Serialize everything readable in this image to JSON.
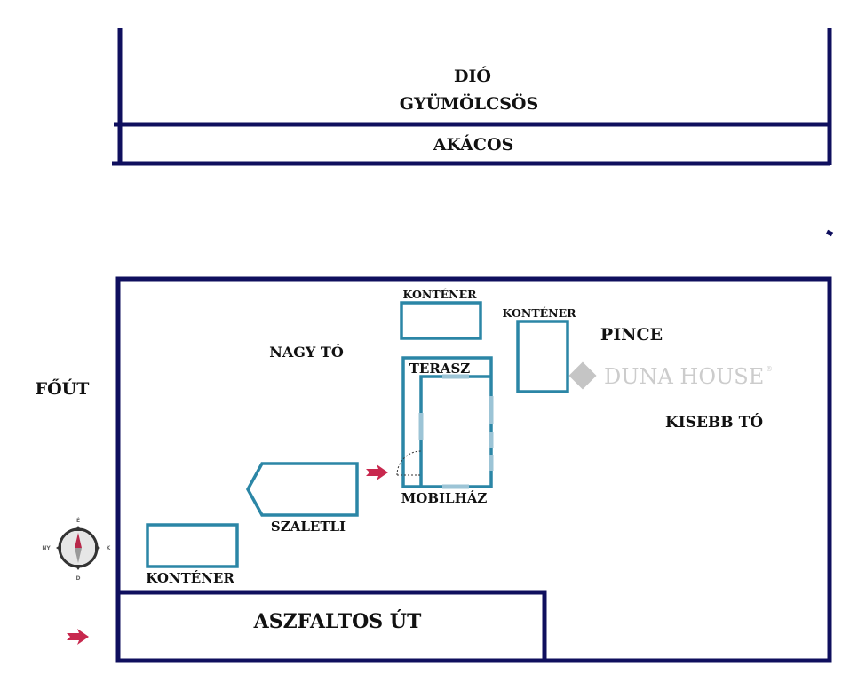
{
  "labels": {
    "dio": "DIÓ",
    "gyumolcsos": "GYÜMÖLCSÖS",
    "akacos": "AKÁCOS",
    "fout": "FŐÚT",
    "nagy_to": "NAGY TÓ",
    "pince": "PINCE",
    "kisebb_to": "KISEBB TÓ",
    "kontener_top": "KONTÉNER",
    "kontener_right": "KONTÉNER",
    "kontener_bottom": "KONTÉNER",
    "terasz": "TERASZ",
    "mobilhaz": "MOBILHÁZ",
    "szaletli": "SZALETLI",
    "aszfaltos_ut": "ASZFALTOS ÚT"
  },
  "watermark": {
    "text": "DUNA HOUSE",
    "mark": "®"
  },
  "compass": {
    "n": "É",
    "s": "D",
    "e": "K",
    "w": "NY"
  },
  "colors": {
    "boundary": "#0f0f5e",
    "building": "#2b86a6",
    "arrow": "#c8284e"
  }
}
